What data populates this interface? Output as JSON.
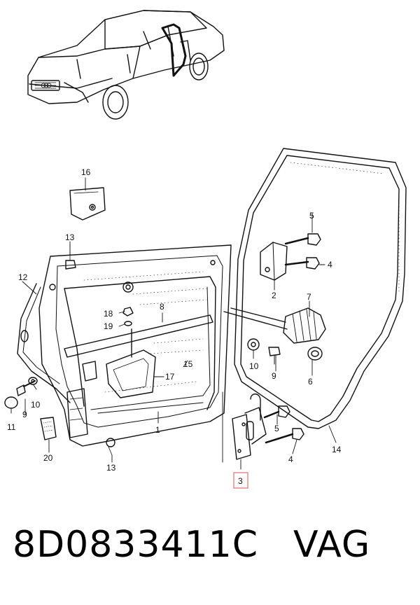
{
  "callouts": {
    "c1": "1",
    "c2": "2",
    "c3": "3",
    "c4a": "4",
    "c4b": "4",
    "c5a": "5",
    "c5b": "5",
    "c6": "6",
    "c7": "7",
    "c8": "8",
    "c9a": "9",
    "c9b": "9",
    "c10a": "10",
    "c10b": "10",
    "c11": "11",
    "c12": "12",
    "c13a": "13",
    "c13b": "13",
    "c14": "14",
    "c15": "15",
    "c16": "16",
    "c17": "17",
    "c18": "18",
    "c19": "19",
    "c20": "20"
  },
  "highlight_color": "#e07070",
  "caption": {
    "part_number": "8D0833411C",
    "brand": "VAG"
  }
}
